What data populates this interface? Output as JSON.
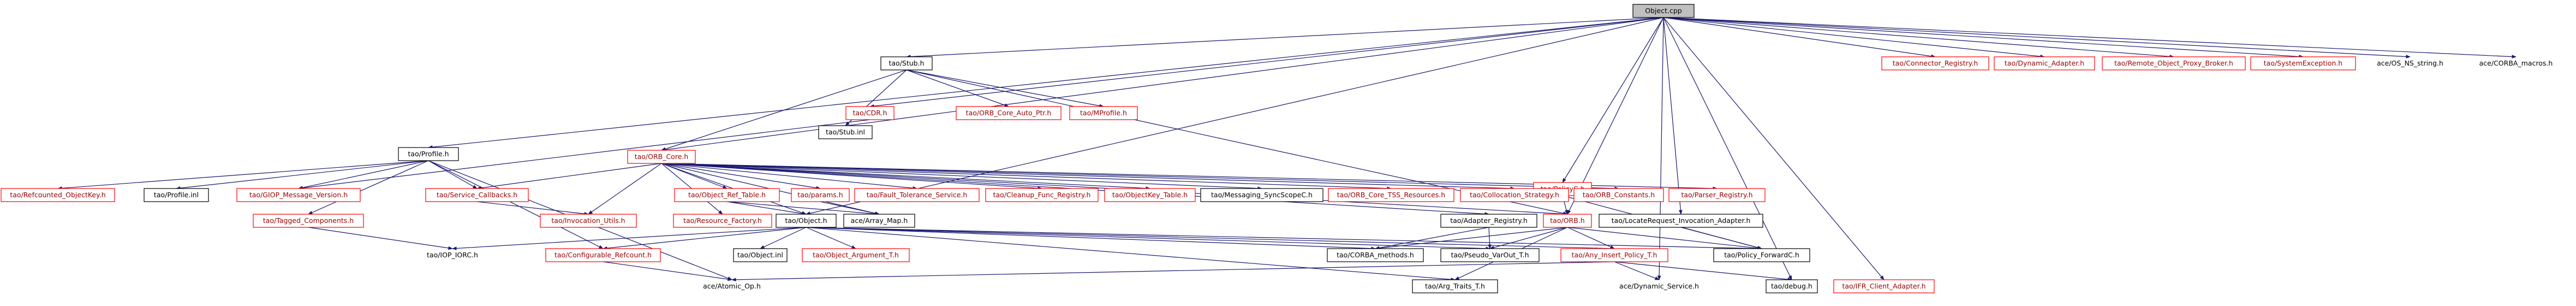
{
  "colors": {
    "root_fill": "#bfbfbf",
    "node_border": "#000000",
    "missing_node_border": "#ff0000",
    "edge": "#191970"
  },
  "nodes": [
    {
      "id": "object_cpp",
      "label": "Object.cpp",
      "style": "gray"
    },
    {
      "id": "stub_h",
      "label": "tao/Stub.h",
      "style": "black"
    },
    {
      "id": "cdr_h",
      "label": "tao/CDR.h",
      "style": "red"
    },
    {
      "id": "profile_h",
      "label": "tao/Profile.h",
      "style": "black"
    },
    {
      "id": "connector_registry_h",
      "label": "tao/Connector_Registry.h",
      "style": "red"
    },
    {
      "id": "dynamic_adapter_h",
      "label": "tao/Dynamic_Adapter.h",
      "style": "red"
    },
    {
      "id": "remote_object_proxy_broker_h",
      "label": "tao/Remote_Object_Proxy_Broker.h",
      "style": "red"
    },
    {
      "id": "systemexception_h",
      "label": "tao/SystemException.h",
      "style": "red"
    },
    {
      "id": "ace_os_ns_string_h",
      "label": "ace/OS_NS_string.h",
      "style": "none"
    },
    {
      "id": "ace_corba_macros_h",
      "label": "ace/CORBA_macros.h",
      "style": "none"
    },
    {
      "id": "orb_core_auto_ptr_h",
      "label": "tao/ORB_Core_Auto_Ptr.h",
      "style": "red"
    },
    {
      "id": "mprofile_h",
      "label": "tao/MProfile.h",
      "style": "red"
    },
    {
      "id": "stub_inl",
      "label": "tao/Stub.inl",
      "style": "black"
    },
    {
      "id": "orb_core_h",
      "label": "tao/ORB_Core.h",
      "style": "red"
    },
    {
      "id": "policyc_h",
      "label": "tao/PolicyC.h",
      "style": "red"
    },
    {
      "id": "refcounted_objectkey_h",
      "label": "tao/Refcounted_ObjectKey.h",
      "style": "red"
    },
    {
      "id": "profile_inl",
      "label": "tao/Profile.inl",
      "style": "black"
    },
    {
      "id": "giop_message_version_h",
      "label": "tao/GIOP_Message_Version.h",
      "style": "red"
    },
    {
      "id": "service_callbacks_h",
      "label": "tao/Service_Callbacks.h",
      "style": "red"
    },
    {
      "id": "object_ref_table_h",
      "label": "tao/Object_Ref_Table.h",
      "style": "red"
    },
    {
      "id": "params_h",
      "label": "tao/params.h",
      "style": "red"
    },
    {
      "id": "fault_tolerance_service_h",
      "label": "tao/Fault_Tolerance_Service.h",
      "style": "red"
    },
    {
      "id": "cleanup_func_registry_h",
      "label": "tao/Cleanup_Func_Registry.h",
      "style": "red"
    },
    {
      "id": "objectkey_table_h",
      "label": "tao/ObjectKey_Table.h",
      "style": "red"
    },
    {
      "id": "messaging_syncscopec_h",
      "label": "tao/Messaging_SyncScopeC.h",
      "style": "black"
    },
    {
      "id": "orb_core_tss_resources_h",
      "label": "tao/ORB_Core_TSS_Resources.h",
      "style": "red"
    },
    {
      "id": "collocation_strategy_h",
      "label": "tao/Collocation_Strategy.h",
      "style": "red"
    },
    {
      "id": "orb_constants_h",
      "label": "tao/ORB_Constants.h",
      "style": "red"
    },
    {
      "id": "parser_registry_h",
      "label": "tao/Parser_Registry.h",
      "style": "red"
    },
    {
      "id": "tagged_components_h",
      "label": "tao/Tagged_Components.h",
      "style": "red"
    },
    {
      "id": "invocation_utils_h",
      "label": "tao/Invocation_Utils.h",
      "style": "red"
    },
    {
      "id": "resource_factory_h",
      "label": "tao/Resource_Factory.h",
      "style": "red"
    },
    {
      "id": "object_h",
      "label": "tao/Object.h",
      "style": "black"
    },
    {
      "id": "array_map_h",
      "label": "ace/Array_Map.h",
      "style": "black"
    },
    {
      "id": "adapter_registry_h",
      "label": "tao/Adapter_Registry.h",
      "style": "black"
    },
    {
      "id": "orb_h",
      "label": "tao/ORB.h",
      "style": "red"
    },
    {
      "id": "locaterequest_invocation_adapter_h",
      "label": "tao/LocateRequest_Invocation_Adapter.h",
      "style": "black"
    },
    {
      "id": "iop_iorc_h",
      "label": "tao/IOP_IORC.h",
      "style": "none"
    },
    {
      "id": "configurable_refcount_h",
      "label": "tao/Configurable_Refcount.h",
      "style": "red"
    },
    {
      "id": "object_inl",
      "label": "tao/Object.inl",
      "style": "black"
    },
    {
      "id": "object_argument_t_h",
      "label": "tao/Object_Argument_T.h",
      "style": "red"
    },
    {
      "id": "corba_methods_h",
      "label": "tao/CORBA_methods.h",
      "style": "black"
    },
    {
      "id": "pseudo_varout_t_h",
      "label": "tao/Pseudo_VarOut_T.h",
      "style": "black"
    },
    {
      "id": "any_insert_policy_t_h",
      "label": "tao/Any_Insert_Policy_T.h",
      "style": "red"
    },
    {
      "id": "policy_forward_h",
      "label": "tao/Policy_ForwardC.h",
      "style": "black"
    },
    {
      "id": "atomic_op_h",
      "label": "ace/Atomic_Op.h",
      "style": "none"
    },
    {
      "id": "arg_traits_t_h",
      "label": "tao/Arg_Traits_T.h",
      "style": "black"
    },
    {
      "id": "dynamic_service_h",
      "label": "ace/Dynamic_Service.h",
      "style": "none"
    },
    {
      "id": "debug_h",
      "label": "tao/debug.h",
      "style": "black"
    },
    {
      "id": "ifr_client_adapter_h",
      "label": "tao/IFR_Client_Adapter.h",
      "style": "red"
    }
  ]
}
